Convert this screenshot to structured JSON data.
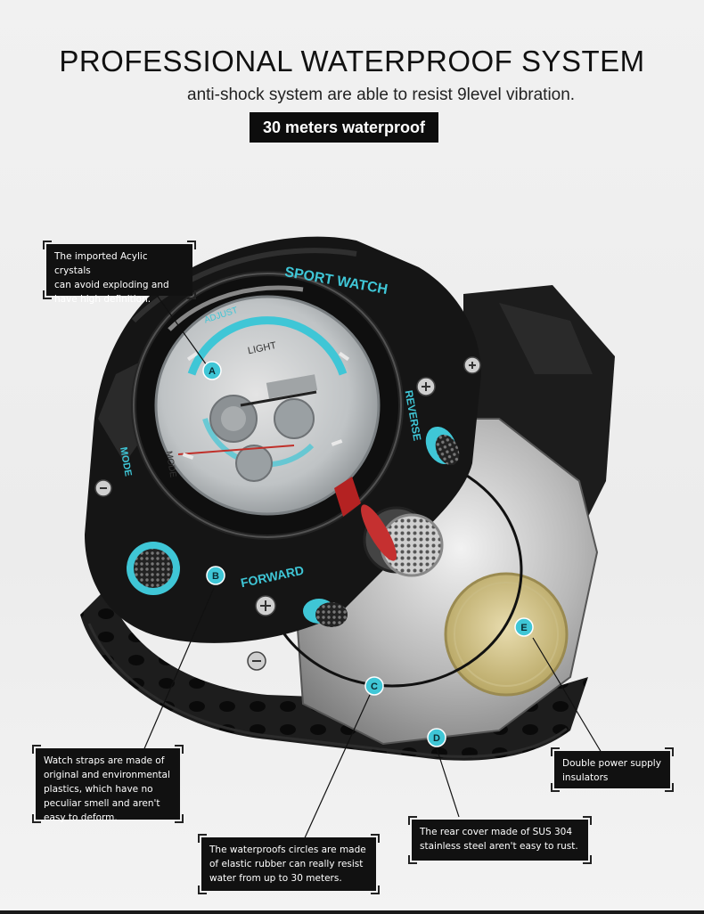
{
  "header": {
    "title": "PROFESSIONAL WATERPROOF SYSTEM",
    "subtitle": "anti-shock system are able to resist 9level vibration.",
    "badge": "30 meters waterproof"
  },
  "watch": {
    "bezel_top": "SPORT WATCH",
    "bezel_adjust": "ADJUST",
    "bezel_reverse": "REVERSE",
    "bezel_mode": "MODE",
    "bezel_forward": "FORWARD",
    "dial_light": "LIGHT",
    "dial_mode": "MODE",
    "accent_color": "#3fc6d6"
  },
  "markers": {
    "a": "A",
    "b": "B",
    "c": "C",
    "d": "D",
    "e": "E"
  },
  "callouts": {
    "crystal": [
      "The imported Acylic crystals",
      "can avoid exploding and",
      "have high definition."
    ],
    "straps": [
      "Watch straps are made of",
      "original and environmental",
      "plastics, which have no",
      "peculiar smell and aren't",
      "easy to deform."
    ],
    "circles": [
      "The waterproofs circles are made",
      "of elastic rubber can really resist",
      "water from up to 30 meters."
    ],
    "rear_cover": [
      "The rear cover made of SUS 304",
      "stainless steel aren't easy to rust."
    ],
    "insulators": [
      "Double power supply",
      "insulators"
    ]
  }
}
